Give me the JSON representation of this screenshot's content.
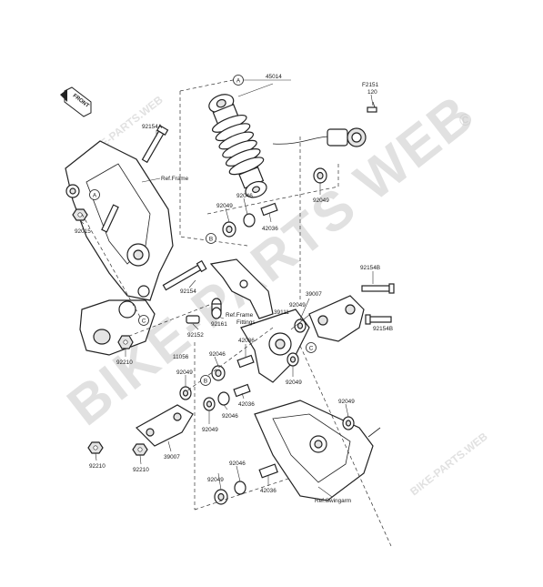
{
  "watermark": {
    "main": "BIKE-PARTS WEB",
    "small": "BIKE-PARTS.WEB",
    "copyright": "©"
  },
  "front_badge": "FRONT",
  "callouts": {
    "a": "A",
    "b": "B",
    "c": "C"
  },
  "references": {
    "frame": "Ref.Frame",
    "frame_fittings_1": "Ref.Frame",
    "frame_fittings_2": "Fittings",
    "swingarm": "Ref.Swingarm"
  },
  "parts": {
    "p45014": "45014",
    "pF2151": "F2151",
    "p120": "120",
    "p92154A": "92154A",
    "p92015": "92015",
    "p92046_top": "92046",
    "p92049_top_left": "92049",
    "p42036_top": "42036",
    "p92049_top_right": "92049",
    "p92154": "92154",
    "p92154B_upper": "92154B",
    "p92154B_lower": "92154B",
    "p92161": "92161",
    "p92152": "92152",
    "p39007_top": "39007",
    "p92049_mid_right": "92049",
    "p39111": "39111",
    "p11056": "11056",
    "p92046_mid": "92046",
    "p42036_mid": "42036",
    "p92049_mid_left": "92049",
    "p92210_left": "92210",
    "p92049_c": "92049",
    "p42036_low": "42036",
    "p92046_low": "92046",
    "p92049_low_left": "92049",
    "p92049_right": "92049",
    "p92210_bottom_left": "92210",
    "p92210_bottom": "92210",
    "p39007_bottom": "39007",
    "p92049_bottom": "92049",
    "p92046_bottom": "92046",
    "p42036_bottom": "42036"
  }
}
